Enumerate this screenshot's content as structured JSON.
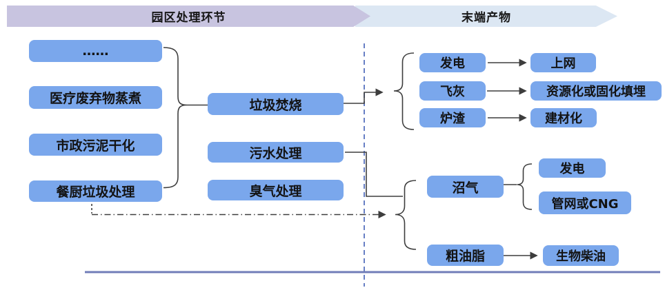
{
  "header": {
    "process_stage_label": "园区处理环节",
    "end_products_label": "末端产物"
  },
  "pretreatment_boxes": [
    "……",
    "医疗废弃物蒸煮",
    "市政污泥干化",
    "餐厨垃圾处理"
  ],
  "process_boxes": [
    "垃圾焚烧",
    "污水处理",
    "臭气处理"
  ],
  "incineration_products": [
    {
      "output": "发电",
      "destination": "上网"
    },
    {
      "output": "飞灰",
      "destination": "资源化或固化填埋"
    },
    {
      "output": "炉渣",
      "destination": "建材化"
    }
  ],
  "digestion_products": {
    "biogas": "沼气",
    "biogas_uses": [
      "发电",
      "管网或CNG"
    ],
    "grease": "粗油脂",
    "grease_use": "生物柴油"
  },
  "colors": {
    "box_blue": "#7AA7EC",
    "banner_purple": "#C8C4E0",
    "banner_light_blue": "#DCE7F3",
    "divider_dashed_blue": "#5570BE",
    "baseline_blue": "#707CB8",
    "connector_gray": "#3d3d3d"
  }
}
